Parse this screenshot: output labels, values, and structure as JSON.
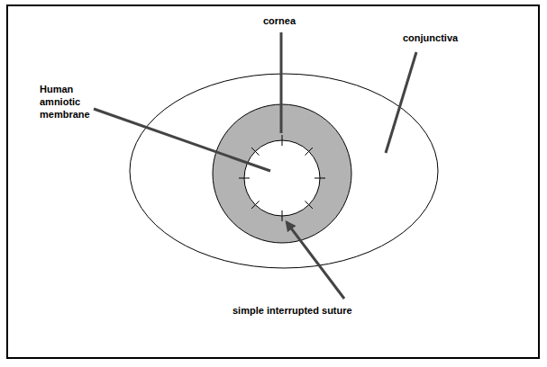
{
  "diagram": {
    "labels": [
      "cornea",
      "Human amniotic membrane",
      "conjunctiva",
      "simple interrupted suture"
    ]
  }
}
